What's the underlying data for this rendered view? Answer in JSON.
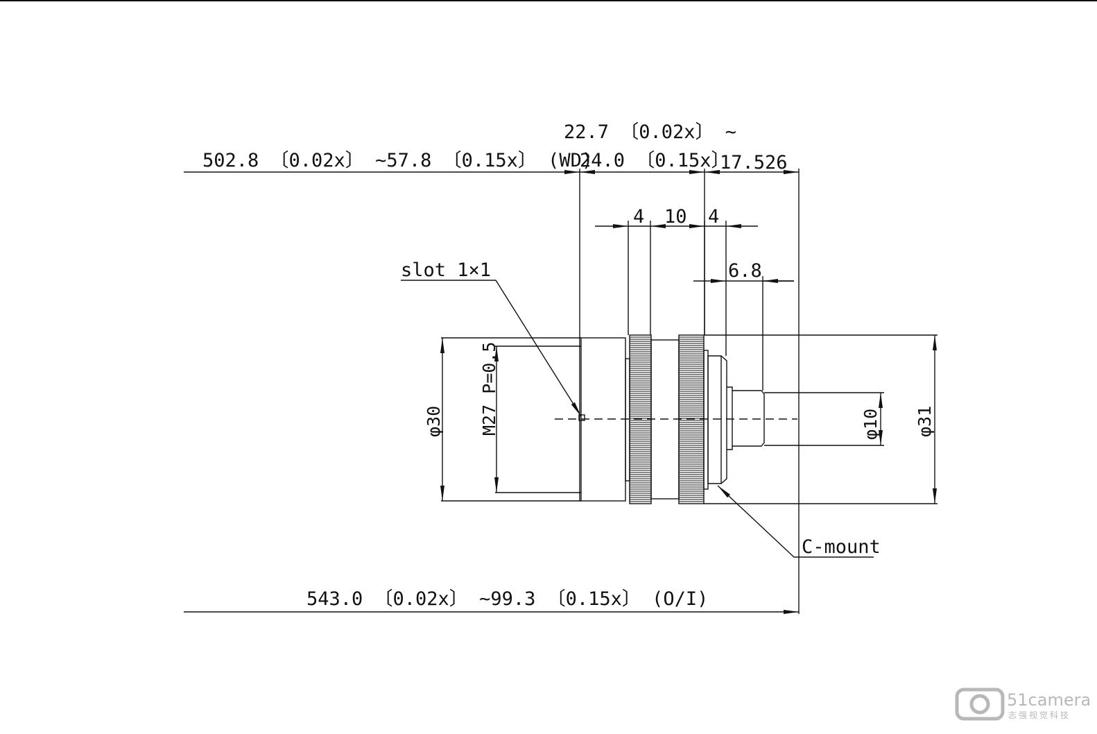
{
  "labels": {
    "wd_range": "502.8 〔0.02x〕 ~57.8 〔0.15x〕 (WD)",
    "length_top_line1": "22.7 〔0.02x〕 ~",
    "length_top_line2": "24.0 〔0.15x〕",
    "flange_distance": "17.526",
    "ring_width_a": "4",
    "ring_gap": "10",
    "ring_width_b": "4",
    "mount_length": "6.8",
    "slot_label": "slot 1×1",
    "dia_front": "φ30",
    "thread_label": "M27 P=0.5",
    "dia_mount": "φ10",
    "dia_body": "φ31",
    "mount_label": "C-mount",
    "oi_range": "543.0 〔0.02x〕 ~99.3 〔0.15x〕 (O/I)"
  },
  "watermark": {
    "brand": "51camera",
    "subtitle": "志强视觉科技",
    "color": "#b8b8b8"
  }
}
